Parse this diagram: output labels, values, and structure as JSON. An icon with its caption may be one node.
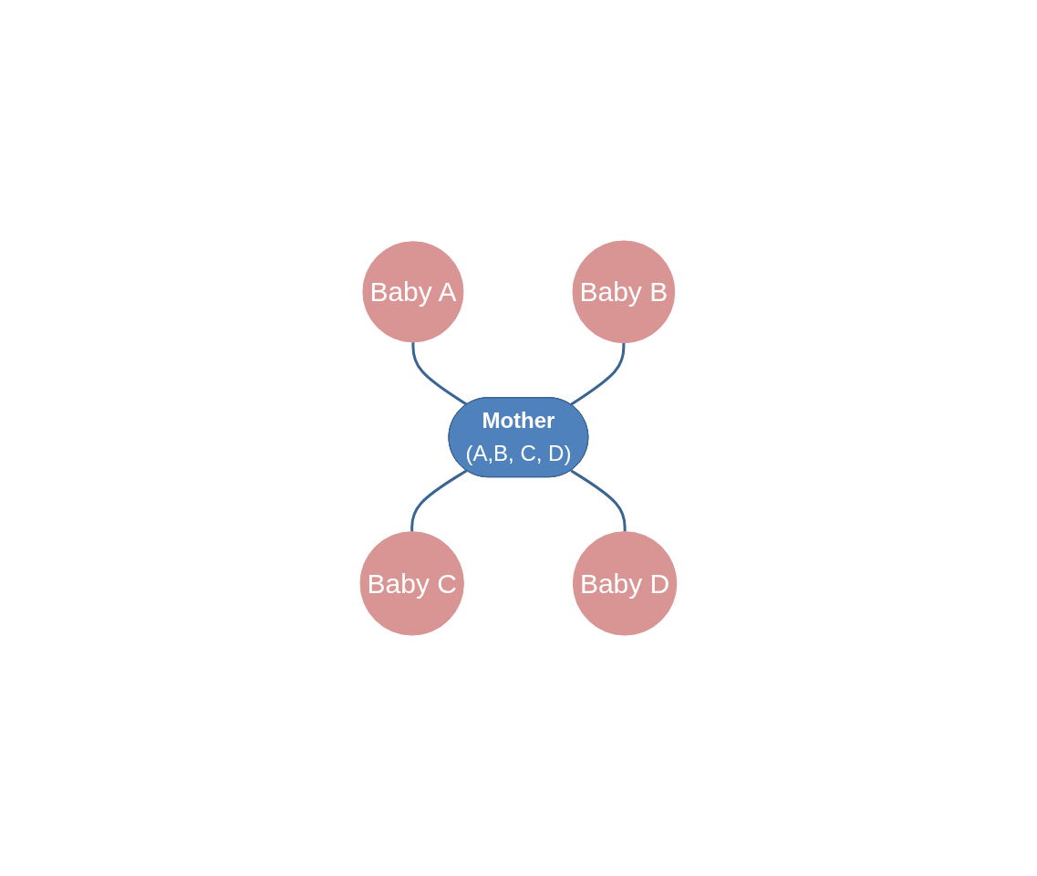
{
  "diagram": {
    "nodes": [
      {
        "text": [
          "Baby A"
        ]
      },
      {
        "text": [
          "Baby B"
        ]
      },
      {
        "text": [
          "Mother",
          "(A,B, C, D)"
        ]
      },
      {
        "text": [
          "Baby C"
        ]
      },
      {
        "text": [
          "Baby D"
        ]
      }
    ],
    "edges": [
      {
        "from": 0,
        "to": 2,
        "arrow": "none"
      },
      {
        "from": 1,
        "to": 2,
        "arrow": "none"
      },
      {
        "from": 2,
        "to": 3,
        "arrow": "none"
      },
      {
        "from": 2,
        "to": 4,
        "arrow": "none"
      }
    ]
  }
}
